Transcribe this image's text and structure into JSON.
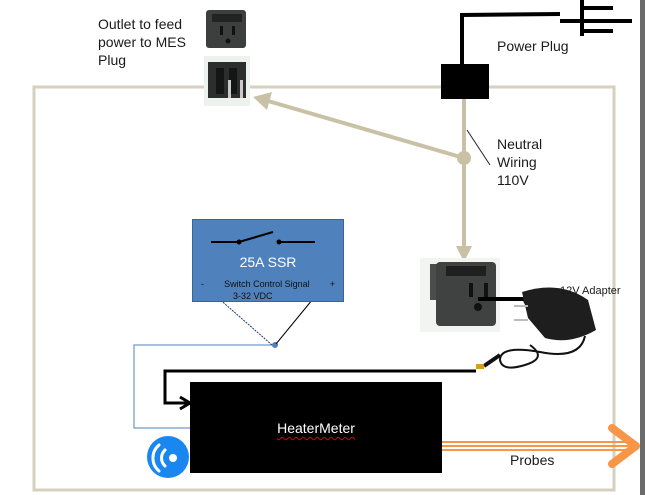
{
  "labels": {
    "outlet_feed": [
      "Outlet to feed",
      "power to MES",
      "Plug"
    ],
    "power_plug": "Power Plug",
    "neutral": [
      "Neutral",
      "Wiring",
      "110V"
    ],
    "adapter": "12V Adapter",
    "probes": "Probes"
  },
  "ssr": {
    "title": "25A SSR",
    "minus": "-",
    "signal": "Switch Control Signal",
    "plus": "+",
    "voltage": "3-32 VDC"
  },
  "heatermeter": {
    "label": "HeaterMeter"
  },
  "icons": {
    "wifi": "wireless-signal-icon",
    "outlet": "nema-outlet-icon",
    "plug": "power-plug-prongs-icon",
    "adapter": "wall-adapter-icon"
  },
  "colors": {
    "enclosure": "#d6d0bd",
    "ssr": "#4f81bd",
    "probe": "#f79646",
    "wifi": "#1a86f0",
    "wire": "#000000",
    "signal_wire": "#4f81bd"
  }
}
